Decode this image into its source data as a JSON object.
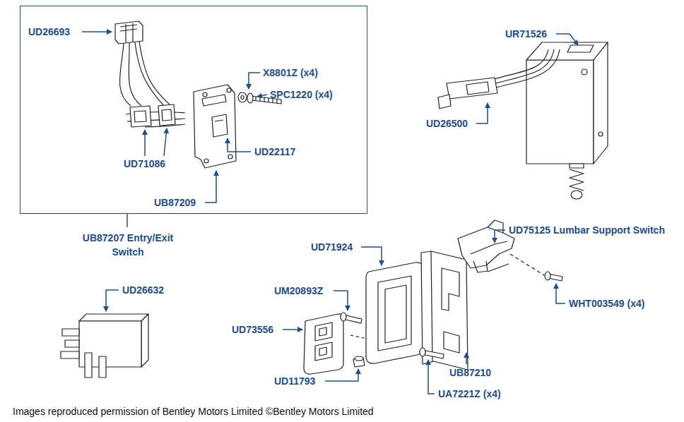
{
  "diagram": {
    "caption": "Images reproduced permission of Bentley Motors Limited ©Bentley Motors Limited",
    "nodes": [
      {
        "text": [
          "UB87207 Entry/Exit Switch"
        ]
      }
    ],
    "labels": [
      "UD26693",
      "X8801Z (x4)",
      "SPC1220 (x4)",
      "UD22117",
      "UD71086",
      "UB87209",
      "UR71526",
      "UD26500",
      "UD75125 Lumbar Support Switch",
      "UD71924",
      "UM20893Z",
      "UD73556",
      "UD11793",
      "UA7221Z (x4)",
      "UB87210",
      "WHT003549 (x4)",
      "UD26632"
    ]
  }
}
